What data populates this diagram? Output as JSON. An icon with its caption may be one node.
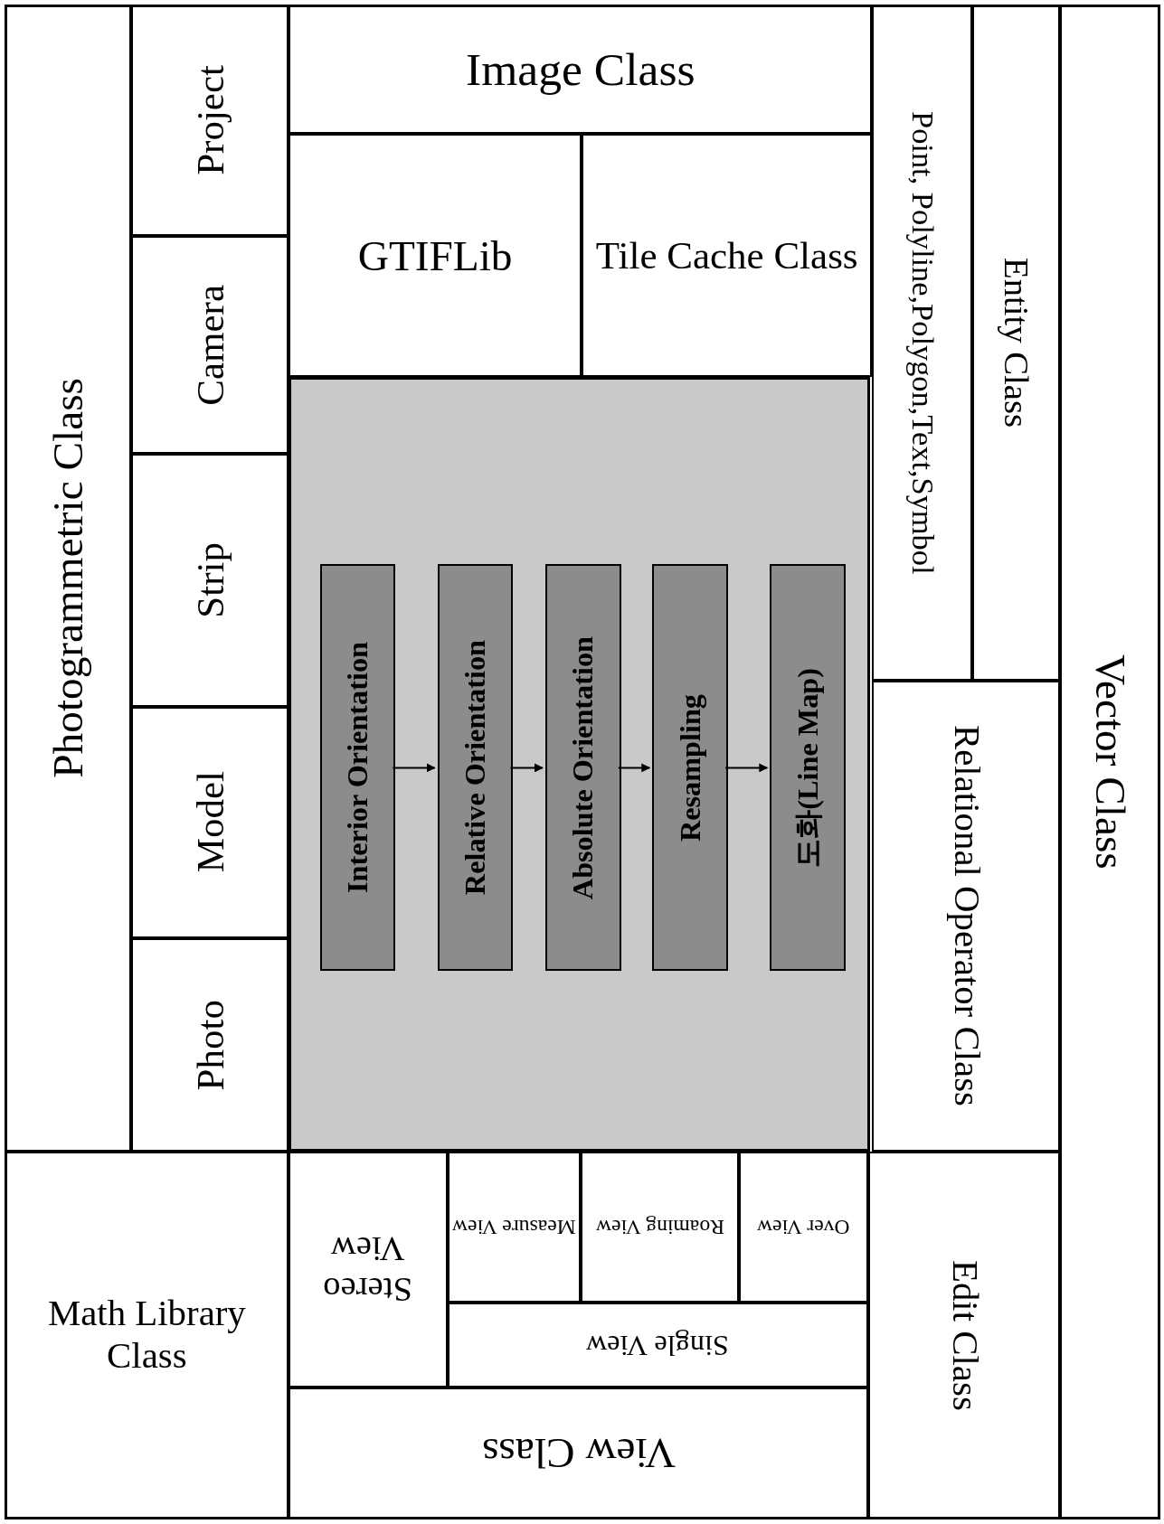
{
  "diagram": {
    "nodes": [
      {
        "text": [
          "Photogrammetric Class"
        ]
      },
      {
        "text": [
          "Project"
        ]
      },
      {
        "text": [
          "Camera"
        ]
      },
      {
        "text": [
          "Strip"
        ]
      },
      {
        "text": [
          "Model"
        ]
      },
      {
        "text": [
          "Photo"
        ]
      },
      {
        "text": [
          "Image Class"
        ]
      },
      {
        "text": [
          "GTIFLib"
        ]
      },
      {
        "text": [
          "Tile Cache Class"
        ]
      },
      {
        "text": [
          "Point, Polyline,Polygon,Text,Symbol"
        ]
      },
      {
        "text": [
          "Entity Class"
        ]
      },
      {
        "text": [
          "Vector Class"
        ]
      },
      {
        "text": [],
        "shape": "box"
      },
      {
        "text": [
          "Interior Orientation"
        ],
        "in": 12
      },
      {
        "text": [
          "Relative Orientation"
        ],
        "in": 12
      },
      {
        "text": [
          "Absolute Orientation"
        ],
        "in": 12
      },
      {
        "text": [
          "Resampling"
        ],
        "in": 12
      },
      {
        "text": [
          "도화(Line Map)"
        ],
        "in": 12
      },
      {
        "text": [
          "Relational Operator Class"
        ]
      },
      {
        "text": [
          "Math Library Class"
        ]
      },
      {
        "text": [
          "Stereo View"
        ]
      },
      {
        "text": [
          "Measure View"
        ]
      },
      {
        "text": [
          "Roaming View"
        ]
      },
      {
        "text": [
          "Over View"
        ]
      },
      {
        "text": [
          "Single View"
        ]
      },
      {
        "text": [
          "View Class"
        ]
      },
      {
        "text": [
          "Edit Class"
        ]
      }
    ],
    "edges": [
      {
        "from": 13,
        "to": 14,
        "arrow": "to"
      },
      {
        "from": 14,
        "to": 15,
        "arrow": "to"
      },
      {
        "from": 15,
        "to": 16,
        "arrow": "to"
      },
      {
        "from": 16,
        "to": 17,
        "arrow": "to"
      }
    ]
  }
}
